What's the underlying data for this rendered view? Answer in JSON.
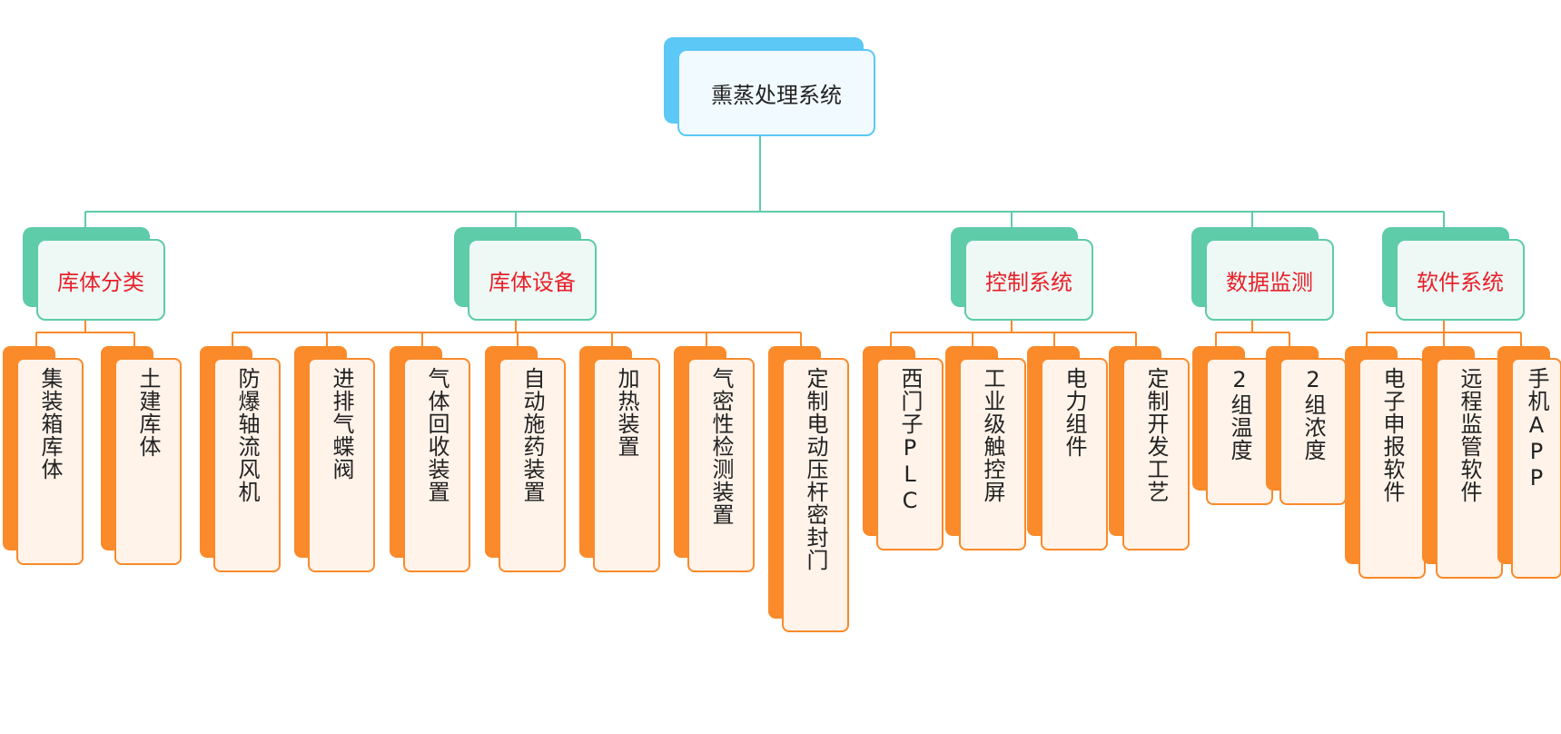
{
  "root": {
    "label": "熏蒸处理系统"
  },
  "categories": [
    {
      "label": "库体分类",
      "items": [
        "集装箱库体",
        "土建库体"
      ]
    },
    {
      "label": "库体设备",
      "items": [
        "防爆轴流风机",
        "进排气蝶阀",
        "气体回收装置",
        "自动施药装置",
        "加热装置",
        "气密性检测装置",
        "定制电动压杆密封门"
      ]
    },
    {
      "label": "控制系统",
      "items": [
        "西门子PLC",
        "工业级触控屏",
        "电力组件",
        "定制开发工艺"
      ]
    },
    {
      "label": "数据监测",
      "items": [
        "2组温度",
        "2组浓度"
      ]
    },
    {
      "label": "软件系统",
      "items": [
        "电子申报软件",
        "远程监管软件",
        "手机APP"
      ]
    }
  ],
  "colors": {
    "root_accent": "#5bc8f5",
    "category_accent": "#5ecba9",
    "category_text": "#e8202a",
    "leaf_accent": "#fa8a2a",
    "connector_top": "#5ecba9",
    "connector_leaf": "#fa8a2a"
  }
}
